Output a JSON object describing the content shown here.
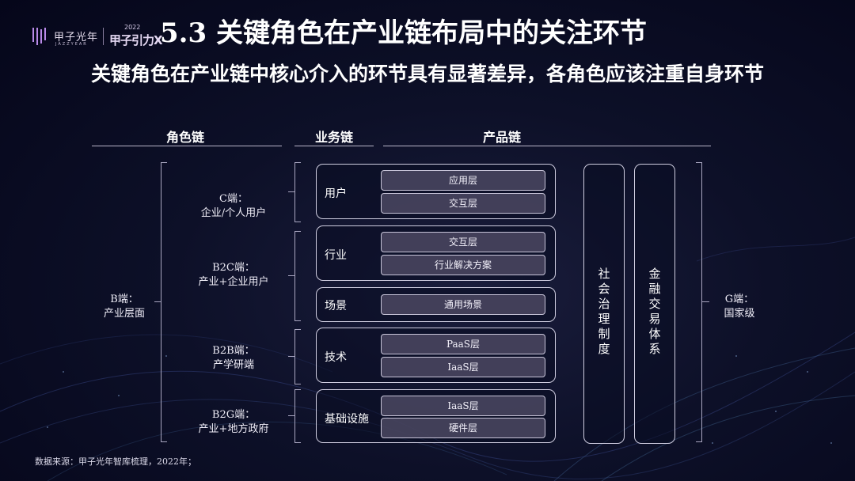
{
  "logo": {
    "name": "甲子光年",
    "en": "JAZZYEAR",
    "year": "2022",
    "brand": "甲子引力X"
  },
  "title": "5.3 关键角色在产业链布局中的关注环节",
  "subtitle": "关键角色在产业链中核心介入的环节具有显著差异，各角色应该注重自身环节",
  "headers": {
    "role_chain": "角色链",
    "business_chain": "业务链",
    "product_chain": "产品链"
  },
  "roles": {
    "b": {
      "line1": "B端：",
      "line2": "产业层面"
    },
    "c": {
      "line1": "C端：",
      "line2": "企业/个人用户"
    },
    "b2c": {
      "line1": "B2C端：",
      "line2": "产业+企业用户"
    },
    "b2b": {
      "line1": "B2B端：",
      "line2": "产学研端"
    },
    "b2g": {
      "line1": "B2G端：",
      "line2": "产业+地方政府"
    },
    "g": {
      "line1": "G端：",
      "line2": "国家级"
    }
  },
  "groups": [
    {
      "label": "用户",
      "items": [
        "应用层",
        "交互层"
      ]
    },
    {
      "label": "行业",
      "items": [
        "交互层",
        "行业解决方案"
      ]
    },
    {
      "label": "场景",
      "items": [
        "通用场景"
      ]
    },
    {
      "label": "技术",
      "items": [
        "PaaS层",
        "IaaS层"
      ]
    },
    {
      "label": "基础设施",
      "items": [
        "IaaS层",
        "硬件层"
      ]
    }
  ],
  "vertical": {
    "governance": "社会治理制度",
    "finance": "金融交易体系"
  },
  "source": "数据来源：甲子光年智库梳理，2022年；"
}
